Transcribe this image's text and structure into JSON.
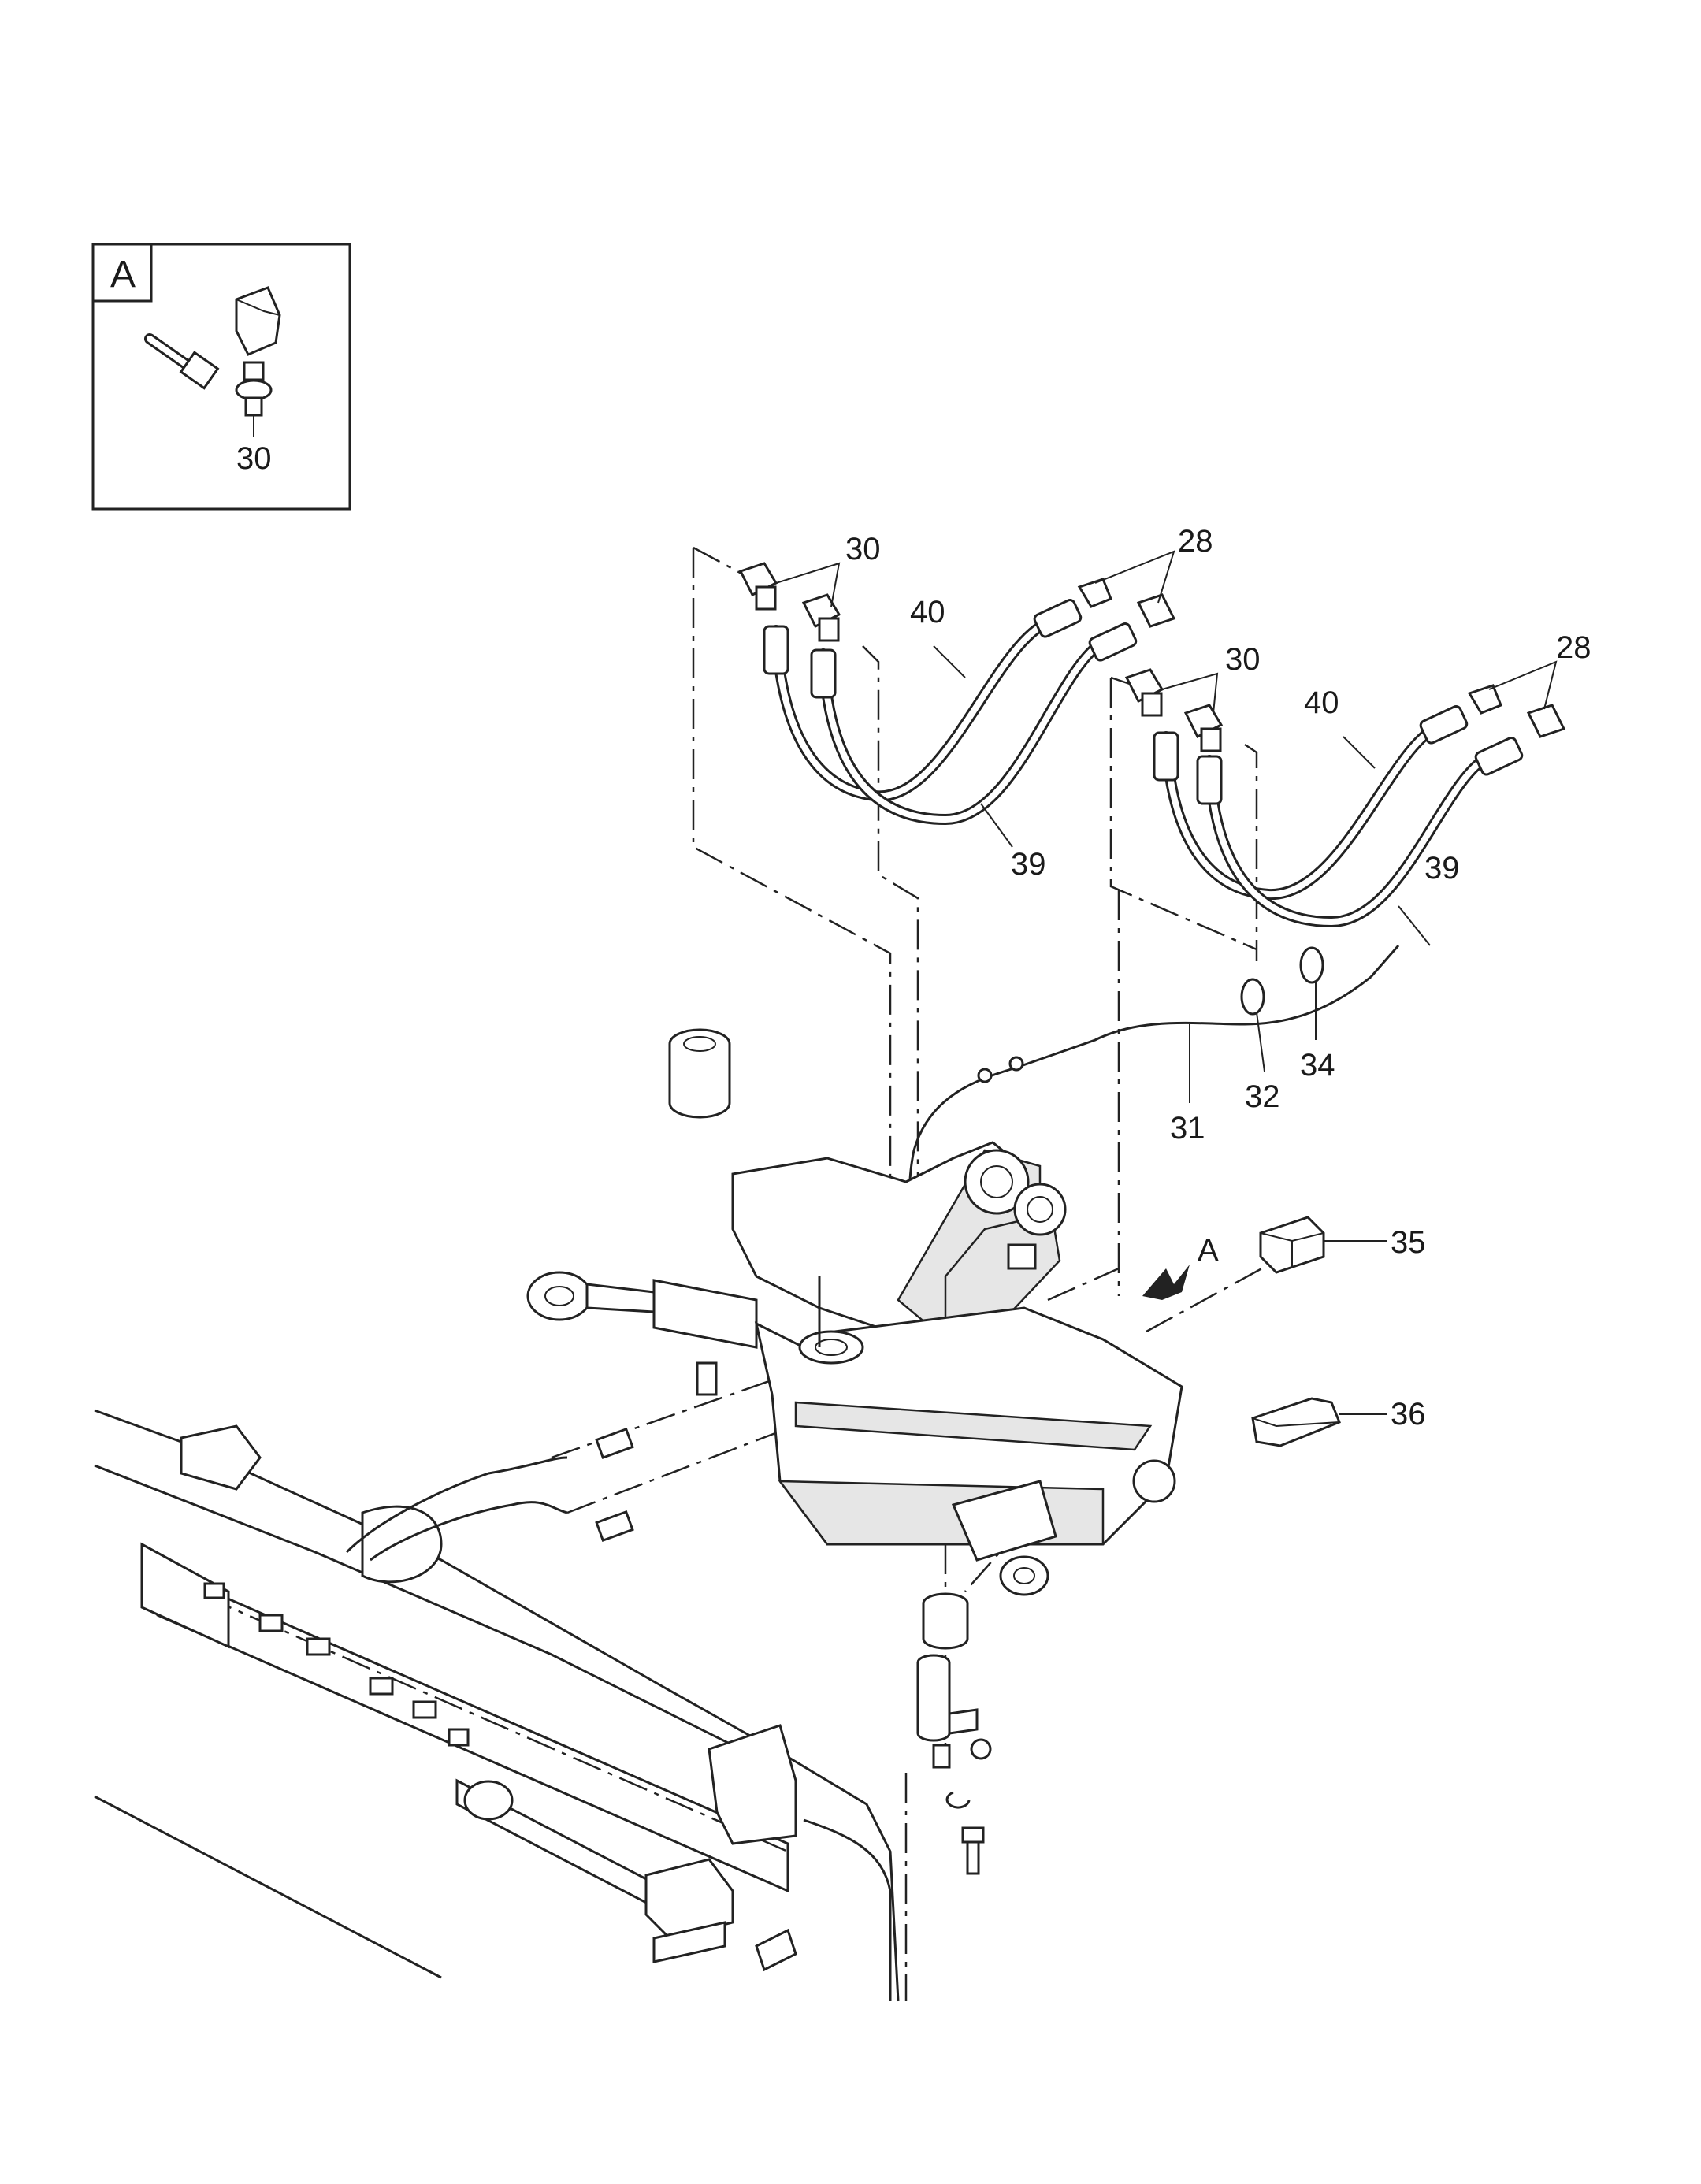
{
  "inset": {
    "letter": "A",
    "callout": "30"
  },
  "view_marker": "A",
  "callouts": {
    "c30a": "30",
    "c28a": "28",
    "c40a": "40",
    "c39a": "39",
    "c30b": "30",
    "c28b": "28",
    "c40b": "40",
    "c39b": "39",
    "c31": "31",
    "c32": "32",
    "c34": "34",
    "c35": "35",
    "c36": "36"
  }
}
